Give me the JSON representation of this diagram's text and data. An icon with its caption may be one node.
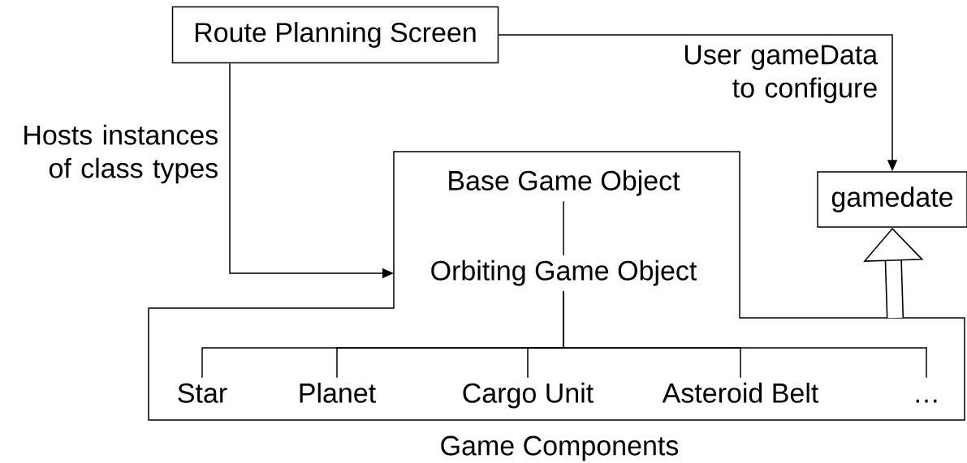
{
  "diagram": {
    "nodes": [
      {
        "text": [
          "Route Planning Screen"
        ]
      },
      {
        "text": [
          "Game Components"
        ]
      },
      {
        "text": [
          "Base Game Object"
        ],
        "in": 1
      },
      {
        "text": [
          "Orbiting Game Object"
        ],
        "in": 1
      },
      {
        "text": [
          "Star"
        ],
        "in": 1
      },
      {
        "text": [
          "Planet"
        ],
        "in": 1
      },
      {
        "text": [
          "Cargo Unit"
        ],
        "in": 1
      },
      {
        "text": [
          "Asteroid Belt"
        ],
        "in": 1
      },
      {
        "text": [
          "…"
        ],
        "in": 1
      },
      {
        "text": [
          "gamedate"
        ]
      }
    ],
    "edges": [
      {
        "from": 0,
        "to": 9,
        "arrow": "to",
        "label": "User gameData to configure"
      },
      {
        "from": 0,
        "to": 1,
        "arrow": "to",
        "label": "Hosts instances of class types"
      },
      {
        "from": 2,
        "to": 3,
        "arrow": "none"
      },
      {
        "from": 3,
        "to": 4,
        "arrow": "none"
      },
      {
        "from": 3,
        "to": 5,
        "arrow": "none"
      },
      {
        "from": 3,
        "to": 6,
        "arrow": "none"
      },
      {
        "from": 3,
        "to": 7,
        "arrow": "none"
      },
      {
        "from": 3,
        "to": 8,
        "arrow": "none"
      },
      {
        "from": 1,
        "to": 9,
        "arrow": "to",
        "style": "thick"
      }
    ]
  }
}
